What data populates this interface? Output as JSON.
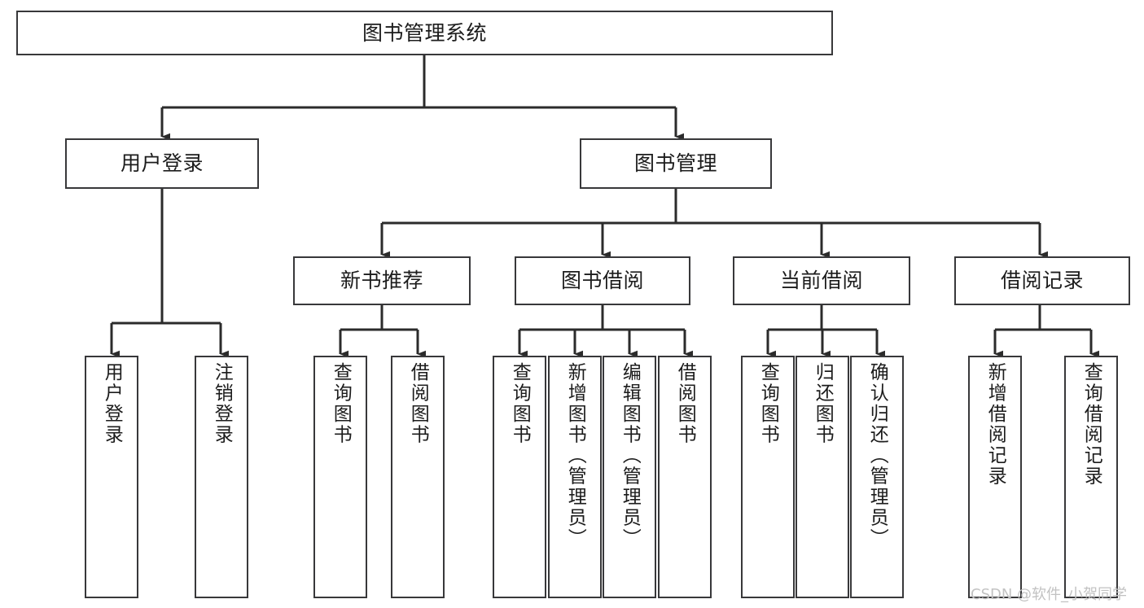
{
  "diagram": {
    "title": "图书管理系统",
    "type": "tree-hierarchy-diagram",
    "colors": {
      "box_border": "#38383a",
      "box_fill": "#ffffff",
      "edge": "#2b2b2b",
      "text": "#1c1c1c",
      "background": "#ffffff",
      "watermark": "#c2c2c2"
    },
    "levels": {
      "root": "图书管理系统",
      "level2": [
        "用户登录",
        "图书管理"
      ],
      "level3": [
        "新书推荐",
        "图书借阅",
        "当前借阅",
        "借阅记录"
      ]
    }
  },
  "nodes": {
    "root": {
      "label": "图书管理系统"
    },
    "user_login": {
      "label": "用户登录"
    },
    "book_manage": {
      "label": "图书管理"
    },
    "new_book_rec": {
      "label": "新书推荐"
    },
    "book_borrow": {
      "label": "图书借阅"
    },
    "current_borrow": {
      "label": "当前借阅"
    },
    "borrow_record": {
      "label": "借阅记录"
    },
    "leaf_user_login": {
      "label": "用户登录"
    },
    "leaf_logout": {
      "label": "注销登录"
    },
    "leaf_query_book_1": {
      "label": "查询图书"
    },
    "leaf_borrow_book_1": {
      "label": "借阅图书"
    },
    "leaf_query_book_2": {
      "label": "查询图书"
    },
    "leaf_add_book": {
      "label": "新增图书（管理员）"
    },
    "leaf_edit_book": {
      "label": "编辑图书（管理员）"
    },
    "leaf_borrow_book_2": {
      "label": "借阅图书"
    },
    "leaf_query_book_3": {
      "label": "查询图书"
    },
    "leaf_return_book": {
      "label": "归还图书"
    },
    "leaf_confirm_return": {
      "label": "确认归还（管理员）"
    },
    "leaf_add_record": {
      "label": "新增借阅记录"
    },
    "leaf_query_record": {
      "label": "查询借阅记录"
    }
  },
  "watermark": {
    "text": "CSDN @软件_小贺同学"
  },
  "edges": [
    {
      "from": "root",
      "to": "user_login"
    },
    {
      "from": "root",
      "to": "book_manage"
    },
    {
      "from": "user_login",
      "to": "leaf_user_login"
    },
    {
      "from": "user_login",
      "to": "leaf_logout"
    },
    {
      "from": "book_manage",
      "to": "new_book_rec"
    },
    {
      "from": "book_manage",
      "to": "book_borrow"
    },
    {
      "from": "book_manage",
      "to": "current_borrow"
    },
    {
      "from": "book_manage",
      "to": "borrow_record"
    },
    {
      "from": "new_book_rec",
      "to": "leaf_query_book_1"
    },
    {
      "from": "new_book_rec",
      "to": "leaf_borrow_book_1"
    },
    {
      "from": "book_borrow",
      "to": "leaf_query_book_2"
    },
    {
      "from": "book_borrow",
      "to": "leaf_add_book"
    },
    {
      "from": "book_borrow",
      "to": "leaf_edit_book"
    },
    {
      "from": "book_borrow",
      "to": "leaf_borrow_book_2"
    },
    {
      "from": "current_borrow",
      "to": "leaf_query_book_3"
    },
    {
      "from": "current_borrow",
      "to": "leaf_return_book"
    },
    {
      "from": "current_borrow",
      "to": "leaf_confirm_return"
    },
    {
      "from": "borrow_record",
      "to": "leaf_add_record"
    },
    {
      "from": "borrow_record",
      "to": "leaf_query_record"
    }
  ]
}
